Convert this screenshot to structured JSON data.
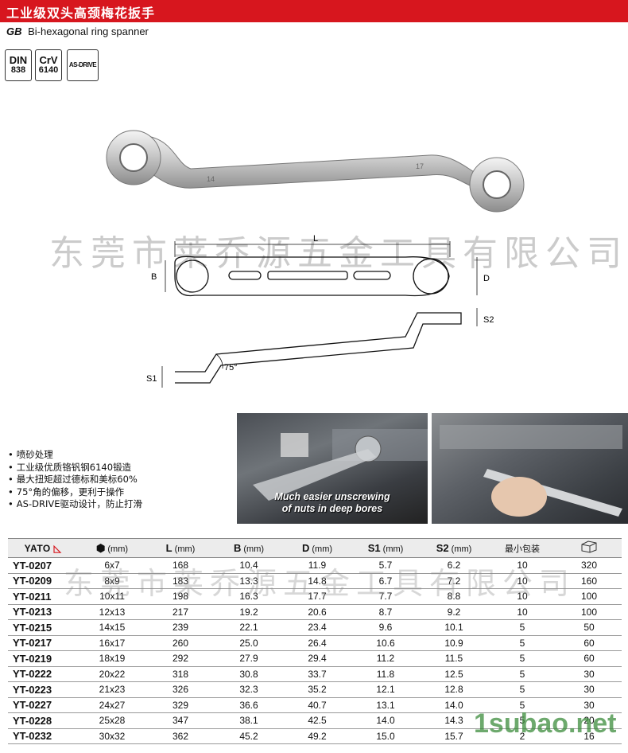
{
  "header": {
    "title": "工业级双头高颈梅花扳手",
    "standard": "GB",
    "subtitle": "Bi-hexagonal ring spanner"
  },
  "badges": {
    "din_l1": "DIN",
    "din_l2": "838",
    "crv_l1": "CrV",
    "crv_l2": "6140",
    "as_drive": "AS-DRIVE"
  },
  "watermark": "东莞市莱乔源五金工具有限公司",
  "wrench": {
    "left_mark": "14",
    "right_mark": "17"
  },
  "drawing": {
    "label_l": "L",
    "label_b": "B",
    "label_d": "D",
    "label_s1": "S1",
    "label_s2": "S2",
    "angle": "75°"
  },
  "features": [
    "喷砂处理",
    "工业级优质铬钒钢6140锻造",
    "最大扭矩超过德标和美标60%",
    "75°角的偏移，更利于操作",
    "AS-DRIVE驱动设计，防止打滑"
  ],
  "photo_caption": {
    "line1": "Much easier unscrewing",
    "line2": "of nuts in deep bores"
  },
  "table": {
    "brand": "YATO",
    "brand_symbol": "◺",
    "hex_symbol": "⬢",
    "headers": [
      {
        "sym": "",
        "unit": "(mm)"
      },
      {
        "sym": "L",
        "unit": "(mm)"
      },
      {
        "sym": "B",
        "unit": "(mm)"
      },
      {
        "sym": "D",
        "unit": "(mm)"
      },
      {
        "sym": "S1",
        "unit": "(mm)"
      },
      {
        "sym": "S2",
        "unit": "(mm)"
      },
      {
        "sym": "最小包装",
        "unit": ""
      }
    ],
    "rows": [
      [
        "YT-0207",
        "6x7",
        "168",
        "10.4",
        "11.9",
        "5.7",
        "6.2",
        "10",
        "320"
      ],
      [
        "YT-0209",
        "8x9",
        "183",
        "13.3",
        "14.8",
        "6.7",
        "7.2",
        "10",
        "160"
      ],
      [
        "YT-0211",
        "10x11",
        "198",
        "16.3",
        "17.7",
        "7.7",
        "8.8",
        "10",
        "100"
      ],
      [
        "YT-0213",
        "12x13",
        "217",
        "19.2",
        "20.6",
        "8.7",
        "9.2",
        "10",
        "100"
      ],
      [
        "YT-0215",
        "14x15",
        "239",
        "22.1",
        "23.4",
        "9.6",
        "10.1",
        "5",
        "50"
      ],
      [
        "YT-0217",
        "16x17",
        "260",
        "25.0",
        "26.4",
        "10.6",
        "10.9",
        "5",
        "60"
      ],
      [
        "YT-0219",
        "18x19",
        "292",
        "27.9",
        "29.4",
        "11.2",
        "11.5",
        "5",
        "60"
      ],
      [
        "YT-0222",
        "20x22",
        "318",
        "30.8",
        "33.7",
        "11.8",
        "12.5",
        "5",
        "30"
      ],
      [
        "YT-0223",
        "21x23",
        "326",
        "32.3",
        "35.2",
        "12.1",
        "12.8",
        "5",
        "30"
      ],
      [
        "YT-0227",
        "24x27",
        "329",
        "36.6",
        "40.7",
        "13.1",
        "14.0",
        "5",
        "30"
      ],
      [
        "YT-0228",
        "25x28",
        "347",
        "38.1",
        "42.5",
        "14.0",
        "14.3",
        "5",
        "20"
      ],
      [
        "YT-0232",
        "30x32",
        "362",
        "45.2",
        "49.2",
        "15.0",
        "15.7",
        "2",
        "16"
      ]
    ]
  },
  "site_mark": "1subao.net"
}
